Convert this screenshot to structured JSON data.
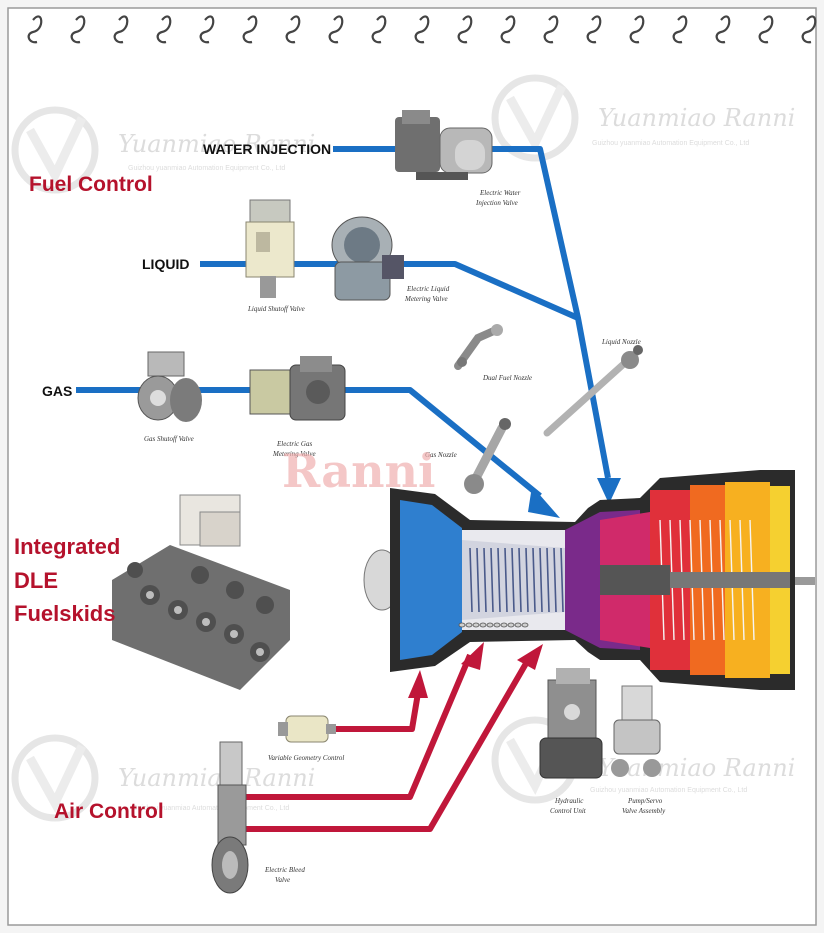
{
  "sections": {
    "fuel_control": "Fuel Control",
    "integrated_line1": "Integrated",
    "integrated_line2": "DLE",
    "integrated_line3": "Fuelskids",
    "air_control": "Air Control"
  },
  "lines": {
    "water": "WATER INJECTION",
    "liquid": "LIQUID",
    "gas": "GAS"
  },
  "components": {
    "water_valve_1": "Electric Water",
    "water_valve_2": "Injection Valve",
    "liquid_shutoff": "Liquid Shutoff Valve",
    "liquid_meter_1": "Electric Liquid",
    "liquid_meter_2": "Metering Valve",
    "liquid_nozzle": "Liquid Nozzle",
    "dual_nozzle": "Dual Fuel Nozzle",
    "gas_shutoff": "Gas Shutoff Valve",
    "gas_meter_1": "Electric Gas",
    "gas_meter_2": "Metering Valve",
    "gas_nozzle": "Gas Nozzle",
    "variable_geometry": "Variable Geometry Control",
    "hydraulic_1": "Hydraulic",
    "hydraulic_2": "Control Unit",
    "pump_servo_1": "Pump/Servo",
    "pump_servo_2": "Valve Assembly",
    "bleed_valve_1": "Electric Bleed",
    "bleed_valve_2": "Valve"
  },
  "watermark": {
    "brand": "Yuanmiao Ranni",
    "company": "Guizhou yuanmiao Automation Equipment Co., Ltd",
    "center": "Ranni"
  },
  "colors": {
    "fuel_line": "#1a6fc4",
    "air_line": "#c0173a",
    "title_red": "#b5122c"
  }
}
